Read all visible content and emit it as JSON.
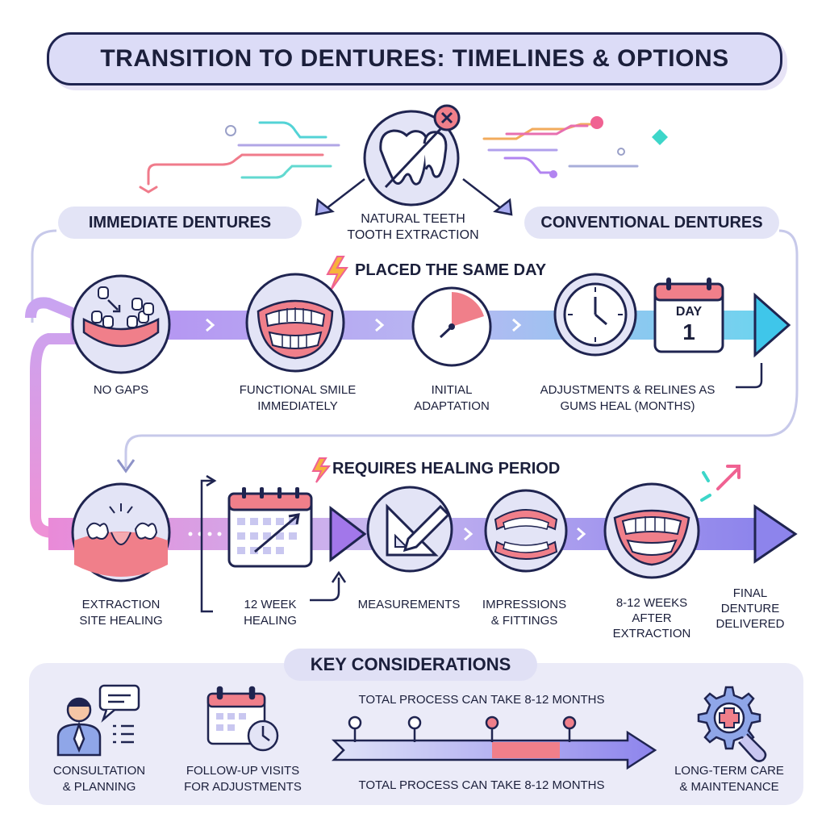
{
  "title": "TRANSITION TO DENTURES: TIMELINES & OPTIONS",
  "center": {
    "line1": "NATURAL TEETH",
    "line2": "TOOTH EXTRACTION"
  },
  "left_option": "IMMEDIATE DENTURES",
  "right_option": "CONVENTIONAL DENTURES",
  "immediate": {
    "note": "PLACED THE SAME DAY",
    "steps": [
      {
        "line1": "NO GAPS",
        "line2": ""
      },
      {
        "line1": "FUNCTIONAL SMILE",
        "line2": "IMMEDIATELY"
      },
      {
        "line1": "INITIAL",
        "line2": "ADAPTATION"
      },
      {
        "line1": "ADJUSTMENTS & RELINES AS",
        "line2": "GUMS HEAL (MONTHS)"
      }
    ],
    "calendar": {
      "month": "DAY",
      "day": "1"
    }
  },
  "conventional": {
    "note": "REQUIRES HEALING PERIOD",
    "steps": [
      {
        "line1": "EXTRACTION",
        "line2": "SITE HEALING"
      },
      {
        "line1": "12 WEEK",
        "line2": "HEALING"
      },
      {
        "line1": "MEASUREMENTS",
        "line2": ""
      },
      {
        "line1": "IMPRESSIONS",
        "line2": "& FITTINGS"
      },
      {
        "line1": "8-12 WEEKS",
        "line2": "AFTER",
        "line3": "EXTRACTION"
      },
      {
        "line1": "FINAL",
        "line2": "DENTURE",
        "line3": "DELIVERED"
      }
    ]
  },
  "key": {
    "title": "KEY CONSIDERATIONS",
    "items": [
      {
        "line1": "CONSULTATION",
        "line2": "& PLANNING"
      },
      {
        "line1": "FOLLOW-UP VISITS",
        "line2": "FOR ADJUSTMENTS"
      },
      {
        "line1": "LONG-TERM CARE",
        "line2": "& MAINTENANCE"
      }
    ],
    "timeline_top": "TOTAL PROCESS CAN TAKE 8-12 MONTHS",
    "timeline_bottom": "TOTAL PROCESS CAN TAKE 8-12 MONTHS"
  },
  "colors": {
    "ink": "#1f2450",
    "lavender": "#e3e4f6",
    "gum": "#f07f8a",
    "accent_pink": "#f06292",
    "accent_cyan": "#39c5e6",
    "accent_purple": "#9b6cf0"
  }
}
